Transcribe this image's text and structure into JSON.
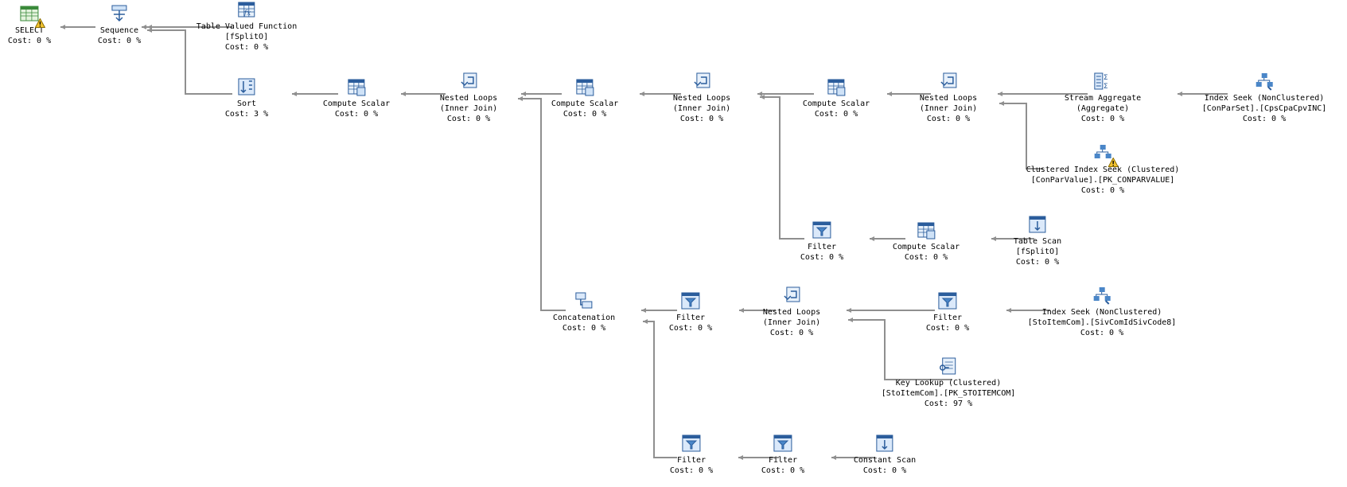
{
  "plan": {
    "cost_label": "Cost:",
    "ops": [
      {
        "id": "select",
        "icon": "select-icon",
        "lines": [
          "SELECT",
          "Cost: 0 %"
        ],
        "warning": true
      },
      {
        "id": "sequence",
        "icon": "sequence-icon",
        "lines": [
          "Sequence",
          "Cost: 0 %"
        ],
        "warning": false
      },
      {
        "id": "tvf",
        "icon": "table-valued-function-icon",
        "lines": [
          "Table Valued Function",
          "[fSplitO]",
          "Cost: 0 %"
        ],
        "warning": false
      },
      {
        "id": "sort",
        "icon": "sort-icon",
        "lines": [
          "Sort",
          "Cost: 3 %"
        ],
        "warning": false
      },
      {
        "id": "cs1",
        "icon": "compute-scalar-icon",
        "lines": [
          "Compute Scalar",
          "Cost: 0 %"
        ],
        "warning": false
      },
      {
        "id": "nl1",
        "icon": "nested-loops-icon",
        "lines": [
          "Nested Loops",
          "(Inner Join)",
          "Cost: 0 %"
        ],
        "warning": false
      },
      {
        "id": "cs2",
        "icon": "compute-scalar-icon",
        "lines": [
          "Compute Scalar",
          "Cost: 0 %"
        ],
        "warning": false
      },
      {
        "id": "nl2",
        "icon": "nested-loops-icon",
        "lines": [
          "Nested Loops",
          "(Inner Join)",
          "Cost: 0 %"
        ],
        "warning": false
      },
      {
        "id": "cs3",
        "icon": "compute-scalar-icon",
        "lines": [
          "Compute Scalar",
          "Cost: 0 %"
        ],
        "warning": false
      },
      {
        "id": "nl3",
        "icon": "nested-loops-icon",
        "lines": [
          "Nested Loops",
          "(Inner Join)",
          "Cost: 0 %"
        ],
        "warning": false
      },
      {
        "id": "sa",
        "icon": "stream-aggregate-icon",
        "lines": [
          "Stream Aggregate",
          "(Aggregate)",
          "Cost: 0 %"
        ],
        "warning": false
      },
      {
        "id": "is1",
        "icon": "index-seek-icon",
        "lines": [
          "Index Seek (NonClustered)",
          "[ConParSet].[CpsCpaCpvINC]",
          "Cost: 0 %"
        ],
        "warning": false
      },
      {
        "id": "cis",
        "icon": "clustered-index-seek-icon",
        "lines": [
          "Clustered Index Seek (Clustered)",
          "[ConParValue].[PK_CONPARVALUE]",
          "Cost: 0 %"
        ],
        "warning": true
      },
      {
        "id": "f1",
        "icon": "filter-icon",
        "lines": [
          "Filter",
          "Cost: 0 %"
        ],
        "warning": false
      },
      {
        "id": "cs4",
        "icon": "compute-scalar-icon",
        "lines": [
          "Compute Scalar",
          "Cost: 0 %"
        ],
        "warning": false
      },
      {
        "id": "ts",
        "icon": "table-scan-icon",
        "lines": [
          "Table Scan",
          "[fSplitO]",
          "Cost: 0 %"
        ],
        "warning": false
      },
      {
        "id": "concat",
        "icon": "concatenation-icon",
        "lines": [
          "Concatenation",
          "Cost: 0 %"
        ],
        "warning": false
      },
      {
        "id": "f2",
        "icon": "filter-icon",
        "lines": [
          "Filter",
          "Cost: 0 %"
        ],
        "warning": false
      },
      {
        "id": "nl4",
        "icon": "nested-loops-icon",
        "lines": [
          "Nested Loops",
          "(Inner Join)",
          "Cost: 0 %"
        ],
        "warning": false
      },
      {
        "id": "f3",
        "icon": "filter-icon",
        "lines": [
          "Filter",
          "Cost: 0 %"
        ],
        "warning": false
      },
      {
        "id": "is2",
        "icon": "index-seek-icon",
        "lines": [
          "Index Seek (NonClustered)",
          "[StoItemCom].[SivComIdSivCode8]",
          "Cost: 0 %"
        ],
        "warning": false
      },
      {
        "id": "kl",
        "icon": "key-lookup-icon",
        "lines": [
          "Key Lookup (Clustered)",
          "[StoItemCom].[PK_STOITEMCOM]",
          "Cost: 97 %"
        ],
        "warning": false
      },
      {
        "id": "f4",
        "icon": "filter-icon",
        "lines": [
          "Filter",
          "Cost: 0 %"
        ],
        "warning": false
      },
      {
        "id": "f5",
        "icon": "filter-icon",
        "lines": [
          "Filter",
          "Cost: 0 %"
        ],
        "warning": false
      },
      {
        "id": "cscan",
        "icon": "constant-scan-icon",
        "lines": [
          "Constant Scan",
          "Cost: 0 %"
        ],
        "warning": false
      }
    ]
  }
}
